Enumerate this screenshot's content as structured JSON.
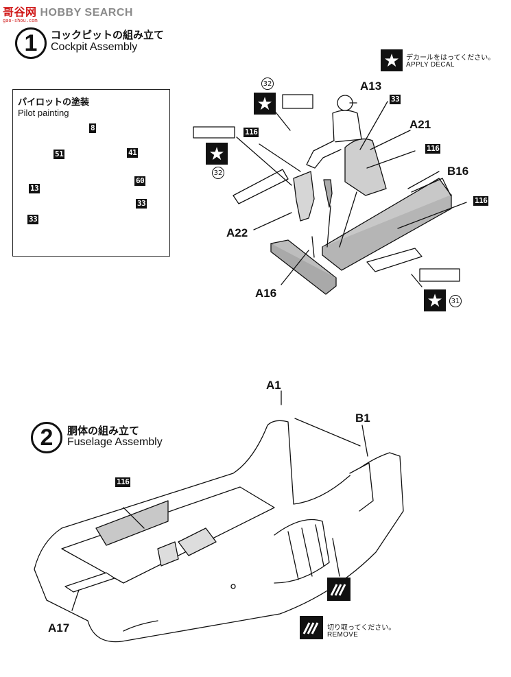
{
  "watermark": {
    "mark": "哥谷网",
    "brand": "HOBBY SEARCH",
    "url": "gao-shou.com"
  },
  "step1": {
    "number": "1",
    "title_jp": "コックピットの組み立て",
    "title_en": "Cockpit Assembly",
    "pilot_box": {
      "title_jp": "パイロットの塗装",
      "title_en": "Pilot painting",
      "codes": [
        "8",
        "51",
        "41",
        "60",
        "13",
        "33",
        "33"
      ]
    },
    "decal_legend": {
      "jp": "デカールをはってください。",
      "en": "APPLY  DECAL"
    },
    "decal_refs": [
      "32",
      "32",
      "31"
    ],
    "paint_codes": [
      "116",
      "33",
      "116",
      "116"
    ],
    "parts": [
      "A13",
      "A21",
      "B16",
      "A22",
      "A16"
    ]
  },
  "step2": {
    "number": "2",
    "title_jp": "胴体の組み立て",
    "title_en": "Fuselage Assembly",
    "paint_code": "116",
    "parts": [
      "A1",
      "B1",
      "A17"
    ],
    "remove_legend": {
      "jp": "切り取ってください。",
      "en": "REMOVE"
    }
  },
  "colors": {
    "ink": "#111111",
    "part_gray": "#c8c8c8",
    "watermark_red": "#d01818",
    "watermark_gray": "#8a8a8a"
  }
}
